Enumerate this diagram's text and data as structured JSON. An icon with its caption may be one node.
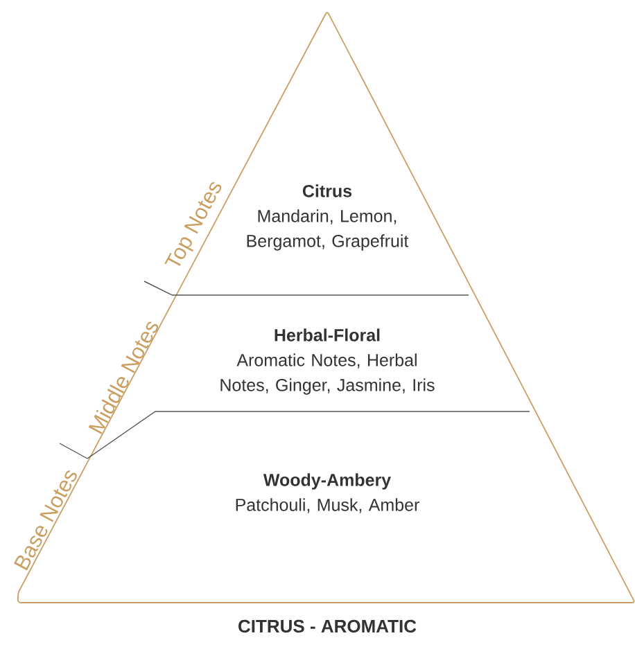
{
  "diagram": {
    "caption": "CITRUS - AROMATIC",
    "nodes": [
      {
        "text": [
          "Citrus",
          "Mandarin, Lemon, Bergamot, Grapefruit"
        ]
      },
      {
        "text": [
          "Herbal-Floral",
          "Aromatic Notes, Herbal Notes, Ginger, Jasmine, Iris"
        ]
      },
      {
        "text": [
          "Woody-Ambery",
          "Patchouli, Musk, Amber"
        ]
      }
    ],
    "labels": [
      "Top Notes",
      "Middle Notes",
      "Base Notes"
    ]
  }
}
